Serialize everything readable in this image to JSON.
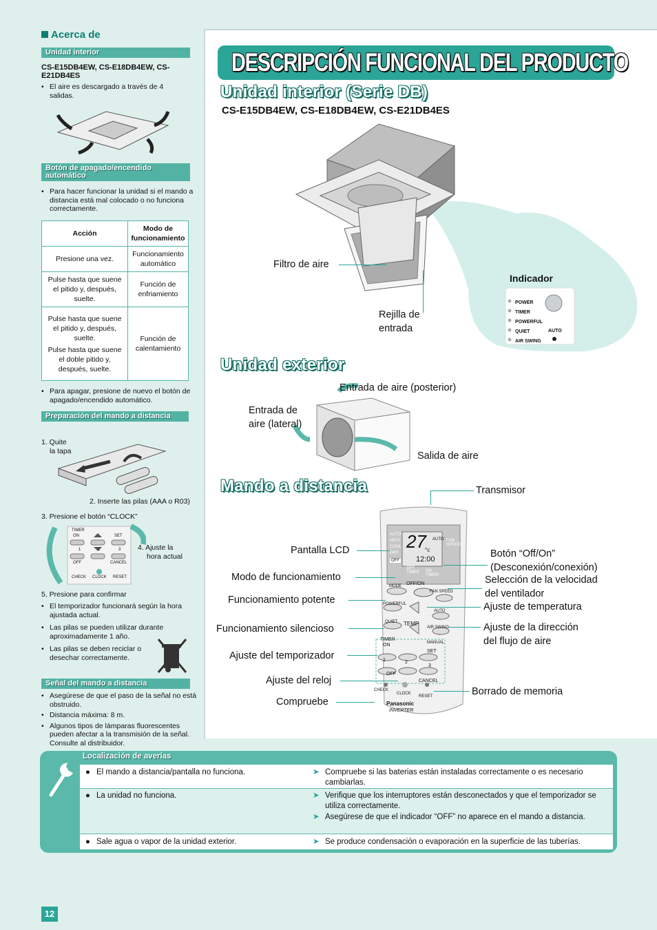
{
  "left": {
    "about_title": "Acerca de",
    "indoor": {
      "header": "Unidad interior",
      "models": "CS-E15DB4EW, CS-E18DB4EW, CS-E21DB4ES",
      "bullet": "El aire es descargado a través de 4 salidas."
    },
    "auto_button": {
      "header": "Botón de apagado/encendido automático",
      "bullet": "Para hacer funcionar la unidad si el mando a distancia está mal colocado o no funciona correctamente.",
      "table": {
        "col_action": "Acción",
        "col_mode": "Modo de funcionamiento",
        "rows": [
          {
            "action": "Presione una vez.",
            "mode": "Funcionamiento automático"
          },
          {
            "action": "Pulse hasta que suene el pitido y, después, suelte.",
            "mode": "Función de enfriamiento"
          },
          {
            "action": "Pulse hasta que suene el pitido y, después, suelte.",
            "action2": "Pulse hasta que suene el doble pitido y, después, suelte.",
            "mode": "Función de calentamiento"
          }
        ]
      },
      "after_bullet": "Para apagar, presione de nuevo el botón de apagado/encendido automático."
    },
    "remote_prep": {
      "header": "Preparación del mando a distancia",
      "step1": "1. Quite",
      "step1b": "la tapa",
      "step2": "2. Inserte las pilas (AAA o R03)",
      "step3": "3. Presione el botón “CLOCK”",
      "step4": "4. Ajuste la",
      "step4b": "hora actual",
      "step5": "5. Presione para confirmar",
      "bullets": [
        "El temporizador funcionará según la hora ajustada actual.",
        "Las pilas se pueden utilizar durante aproximadamente 1 año.",
        "Las pilas se deben reciclar o desechar correctamente."
      ],
      "mini_remote": {
        "timer": "TIMER",
        "on": "ON",
        "off": "OFF",
        "set": "SET",
        "cancel": "CANCEL",
        "n1": "1",
        "n2": "2",
        "n3": "3",
        "check": "CHECK",
        "clock": "CLOCK",
        "reset": "RESET"
      }
    },
    "signal": {
      "header": "Señal del mando a distancia",
      "bullets": [
        "Asegúrese de que el paso de la señal no está obstruido.",
        "Distancia máxima: 8 m.",
        "Algunos tipos de lámparas fluorescentes pueden afectar a la transmisión de la señal. Consulte al distribuidor."
      ]
    },
    "page_number": "12"
  },
  "main": {
    "title": "DESCRIPCIÓN FUNCIONAL DEL PRODUCTO",
    "indoor_title": "Unidad interior (Serie DB)",
    "indoor_models": "CS-E15DB4EW, CS-E18DB4EW, CS-E21DB4ES",
    "labels": {
      "filter": "Filtro de aire",
      "grille": "Rejilla de",
      "grille2": "entrada",
      "indicator": "Indicador"
    },
    "indicator_items": [
      "POWER",
      "TIMER",
      "POWERFUL",
      "QUIET",
      "AIR SWING"
    ],
    "indicator_auto": "AUTO",
    "outdoor_title": "Unidad exterior",
    "outdoor_labels": {
      "rear": "Entrada de aire (posterior)",
      "side": "Entrada de",
      "side2": "aire (lateral)",
      "outlet": "Salida de aire"
    },
    "remote_title": "Mando a distancia",
    "remote_labels": {
      "transmitter": "Transmisor",
      "lcd": "Pantalla LCD",
      "offon": "Botón “Off/On”",
      "offon2": "(Desconexión/conexión)",
      "mode": "Modo de funcionamiento",
      "fan": "Selección de la velocidad",
      "fan2": "del ventilador",
      "powerful": "Funcionamiento potente",
      "temp": "Ajuste de temperatura",
      "quiet": "Funcionamiento silencioso",
      "airswing": "Ajuste de la dirección",
      "airswing2": "del flujo de aire",
      "timer": "Ajuste del temporizador",
      "clock": "Ajuste del reloj",
      "reset": "Borrado de memoria",
      "check": "Compruebe"
    },
    "remote_face": {
      "modes": [
        "AUTO",
        "HEAT",
        "COOL",
        "DRY"
      ],
      "lcd_temp": "27",
      "lcd_unit": "°c",
      "lcd_time": "12:00",
      "lcd_auto": "AUTO",
      "lcd_fan": "FAN SPEED",
      "lcd_off": "OFF",
      "lcd_offtimer": "OFF TIMER",
      "lcd_ontimer": "ON TIMER",
      "mode_btn": "MODE",
      "offon_btn": "OFF/ON",
      "fan_btn": "FAN SPEED",
      "powerful_btn": "POWERFUL",
      "auto_btn": "AUTO",
      "quiet_btn": "QUIET",
      "temp_btn": "TEMP",
      "airswing_btn": "AIR SWING",
      "manual_btn": "MANUAL",
      "timer": "TIMER",
      "on": "ON",
      "off": "OFF",
      "set": "SET",
      "cancel": "CANCEL",
      "n1": "1",
      "n2": "2",
      "n3": "3",
      "check": "CHECK",
      "clock": "CLOCK",
      "reset": "RESET",
      "brand": "Panasonic",
      "inverter": "INVERTER"
    }
  },
  "trouble": {
    "header": "Localización de averías",
    "rows": [
      {
        "problem": "El mando a distancia/pantalla no funciona.",
        "solutions": [
          "Compruebe si las baterias están instaladas correctamente o es necesario cambiarlas."
        ]
      },
      {
        "problem": "La unidad no funciona.",
        "solutions": [
          "Verifique que los interruptores están desconectados y que el temporizador se utiliza correctamente.",
          "Asegúrese de que el indicador “OFF” no aparece en el mando a distancia."
        ]
      },
      {
        "problem": "Sale agua o vapor de la unidad exterior.",
        "solutions": [
          "Se produce condensación o evaporación en la superficie de las tuberías."
        ]
      }
    ]
  }
}
